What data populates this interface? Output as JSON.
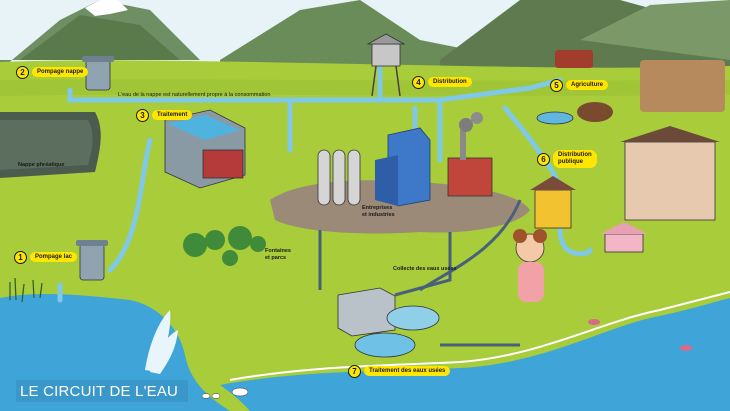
{
  "title": "LE CIRCUIT DE L'EAU",
  "steps": [
    {
      "num": "1",
      "label": "Pompage lac"
    },
    {
      "num": "2",
      "label": "Pompage nappe"
    },
    {
      "num": "3",
      "label": "Traitement"
    },
    {
      "num": "4",
      "label": "Distribution"
    },
    {
      "num": "5",
      "label": "Agriculture"
    },
    {
      "num": "6",
      "label": "Distribution\npublique"
    },
    {
      "num": "7",
      "label": "Traitement des eaux usées"
    }
  ],
  "labels": {
    "nappe_note": "L'eau de la nappe est naturellement propre à la consommation",
    "nappe_phreatique": "Nappe phréatique",
    "entreprises": "Entreprises\net industries",
    "fontaines": "Fontaines\net parcs",
    "collecte": "Collecte des eaux usées"
  },
  "colors": {
    "grass": "#A8CC3A",
    "water": "#3FA5D8",
    "pipe": "#7FC8E6",
    "mountain": "#5E7A4E",
    "sky": "#E8F3F7",
    "callout": "#FFE600"
  }
}
